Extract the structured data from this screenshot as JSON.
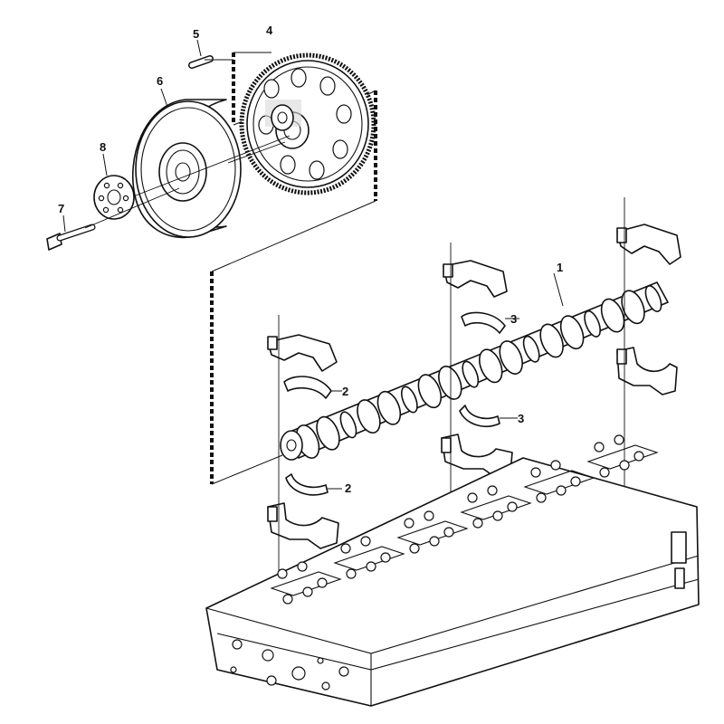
{
  "callouts": {
    "c1": "1",
    "c2a": "2",
    "c2b": "2",
    "c3a": "3",
    "c3b": "3",
    "c4": "4",
    "c5": "5",
    "c6": "6",
    "c7": "7",
    "c8": "8"
  }
}
